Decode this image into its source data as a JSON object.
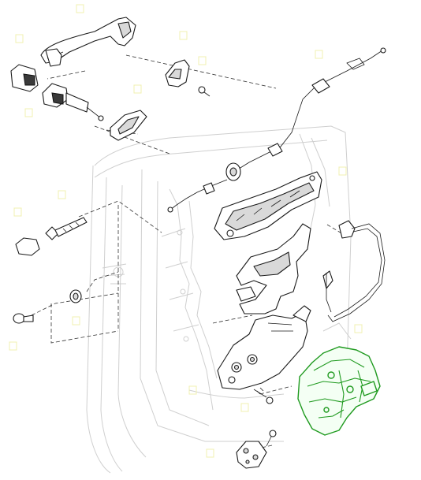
{
  "colors": {
    "outline": "#1a1a1a",
    "door_panel_lines": "#cfcfcf",
    "highlight": "#1f9a1f",
    "hotspot_marker": "#f0f0b0",
    "background": "#ffffff"
  },
  "diagram": {
    "highlighted_part": "door-latch-lock-actuator",
    "parts": [
      "outside-handle",
      "handle-end-cap",
      "lock-cylinder",
      "handle-seal-gasket",
      "handle-bracket",
      "screw-small-upper",
      "release-cable-long",
      "release-cable-short",
      "cable-grommet",
      "handle-carrier-frame",
      "handle-mounting-bracket",
      "wiring-harness-connector",
      "latch-reinforcement-plate",
      "door-latch-lock-actuator",
      "bolt-long",
      "bolt-cap",
      "clip",
      "torx-screw",
      "latch-screw",
      "striker-screw",
      "striker-plate",
      "door-inner-panel"
    ]
  }
}
